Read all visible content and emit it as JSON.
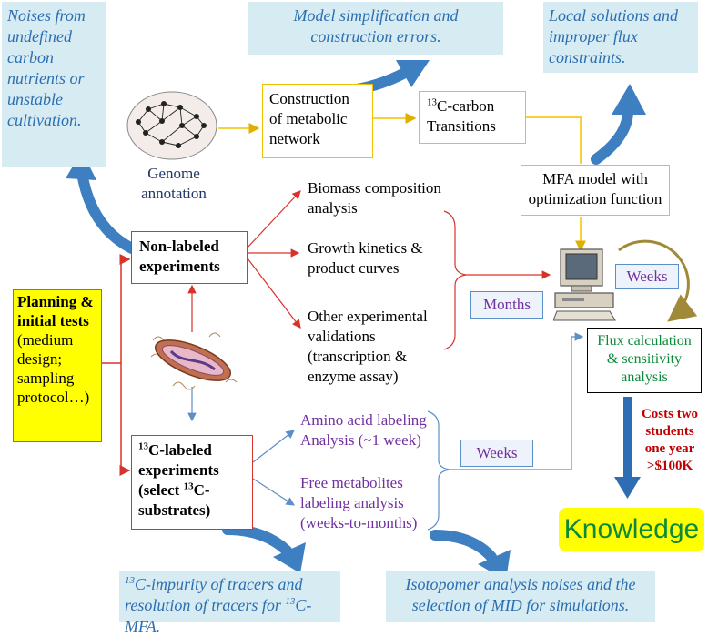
{
  "notes": {
    "undefined_nutrients": "Noises from undefined carbon nutrients or unstable cultivation.",
    "model_simplification": "Model simplification and construction errors.",
    "local_solutions": "Local solutions and improper flux constraints.",
    "impurity_pre": "",
    "impurity_sup1": "13",
    "impurity_mid": "C-impurity of tracers and resolution of tracers for ",
    "impurity_sup2": "13",
    "impurity_post": "C-MFA.",
    "isotopomer": "Isotopomer analysis noises and the selection of MID for simulations."
  },
  "genome": {
    "label": "Genome annotation"
  },
  "boxes": {
    "construction": "Construction of metabolic network",
    "transitions_sup": "13",
    "transitions": "C-carbon Transitions",
    "mfa_model": "MFA model with optimization function",
    "non_labeled": "Non-labeled experiments",
    "planning_title": "Planning & initial tests",
    "planning_detail": "(medium design; sampling protocol…)",
    "labeled_sup1": "13",
    "labeled_part1": "C-labeled experiments (select ",
    "labeled_sup2": "13",
    "labeled_part2": "C-substrates)",
    "flux_calc": "Flux calculation & sensitivity analysis",
    "knowledge": "Knowledge"
  },
  "experiments": {
    "biomass": "Biomass composition analysis",
    "growth": "Growth kinetics & product curves",
    "other": "Other experimental validations (transcription & enzyme assay)",
    "amino": "Amino acid labeling Analysis (~1 week)",
    "free": "Free metabolites labeling analysis (weeks-to-months)"
  },
  "time_labels": {
    "months": "Months",
    "weeks_exp": "Weeks",
    "weeks_cycle": "Weeks"
  },
  "costs": "Costs two students one year >$100K",
  "colors": {
    "note_bg": "#d7ebf3",
    "note_text": "#2c6fb0",
    "red_arrow": "#d9322b",
    "blue_arrow": "#5b8fc7",
    "yellow_border": "#f2c200",
    "purple": "#7030a0",
    "green": "#0a8a3a",
    "knowledge_bg": "#ffff00",
    "cost_text": "#c00000",
    "big_arrow": "#2e6cb3",
    "cycle": "#a08a3a"
  },
  "icons": [
    "network-graph-icon",
    "bacterium-icon",
    "computer-icon",
    "curved-arrow-icon",
    "cycle-arrow-icon",
    "down-arrow-icon"
  ]
}
